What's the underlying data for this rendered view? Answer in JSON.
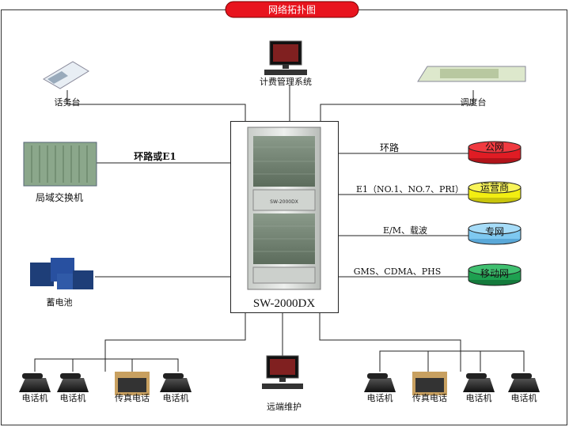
{
  "title": "网络拓扑图",
  "center": {
    "label": "SW-2000DX",
    "panel_text": "SW-2000DX"
  },
  "left_devices": {
    "console": "话务台",
    "local_switch": "局域交换机",
    "battery": "蓄电池"
  },
  "top_devices": {
    "billing": "计费管理系统",
    "dispatch": "调度台"
  },
  "bottom_devices": {
    "remote": "远端维护"
  },
  "links": {
    "local_switch": "环路或E1",
    "public": "环路",
    "operator": "E1（NO.1、NO.7、PRI）",
    "private": "E/M、载波",
    "mobile": "GMS、CDMA、PHS"
  },
  "networks": {
    "public": "公网",
    "operator": "运营商",
    "private": "专网",
    "mobile": "移动网"
  },
  "phones_left": [
    "电话机",
    "电话机",
    "传真电话",
    "电话机"
  ],
  "phones_right": [
    "电话机",
    "传真电话",
    "电话机",
    "电话机"
  ],
  "colors": {
    "title_fill": "#e8141e",
    "public": "#e01c24",
    "operator": "#f2ee12",
    "private": "#7ec8f0",
    "mobile": "#1ea050"
  }
}
